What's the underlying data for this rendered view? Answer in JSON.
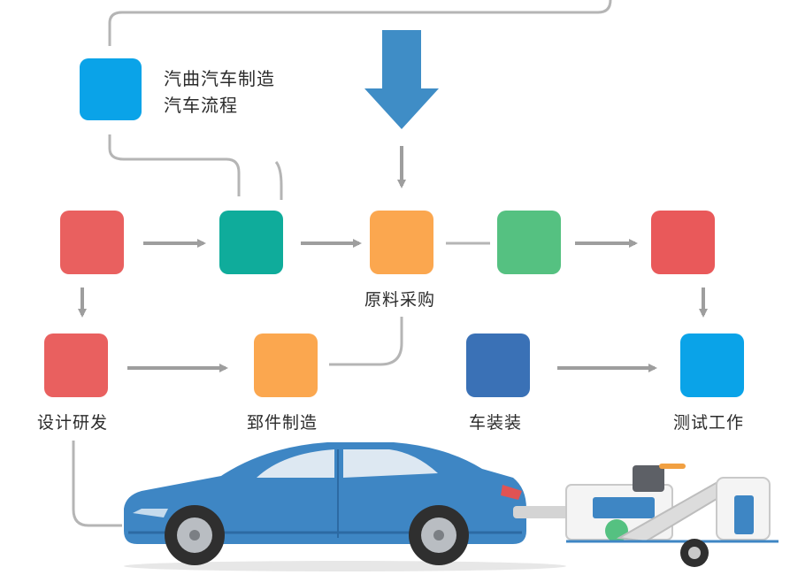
{
  "legend": {
    "line1": "汽曲汽车制造",
    "line2": "汽车流程",
    "color": "#0aa3e8"
  },
  "nodes": {
    "n1": {
      "color": "#e9605f",
      "label": ""
    },
    "n2": {
      "color": "#0fac9b",
      "label": ""
    },
    "n3": {
      "color": "#fba74f",
      "label": "原料采购"
    },
    "n4": {
      "color": "#55c181",
      "label": ""
    },
    "n5": {
      "color": "#e9595a",
      "label": ""
    },
    "n6": {
      "color": "#e9605f",
      "label": "设计研发"
    },
    "n7": {
      "color": "#fba74f",
      "label": "郅件制造"
    },
    "n8": {
      "color": "#3a71b6",
      "label": "车装装"
    },
    "n9": {
      "color": "#0aa3e8",
      "label": "测试工作"
    }
  },
  "colors": {
    "connector": "#b5b5b5",
    "arrow": "#9e9e9e",
    "big_arrow": "#3f8dc6",
    "car_body": "#3e86c4",
    "car_dark": "#2c6aa3"
  },
  "icons": [
    "big-down-arrow-icon",
    "car-icon",
    "test-machine-icon"
  ]
}
